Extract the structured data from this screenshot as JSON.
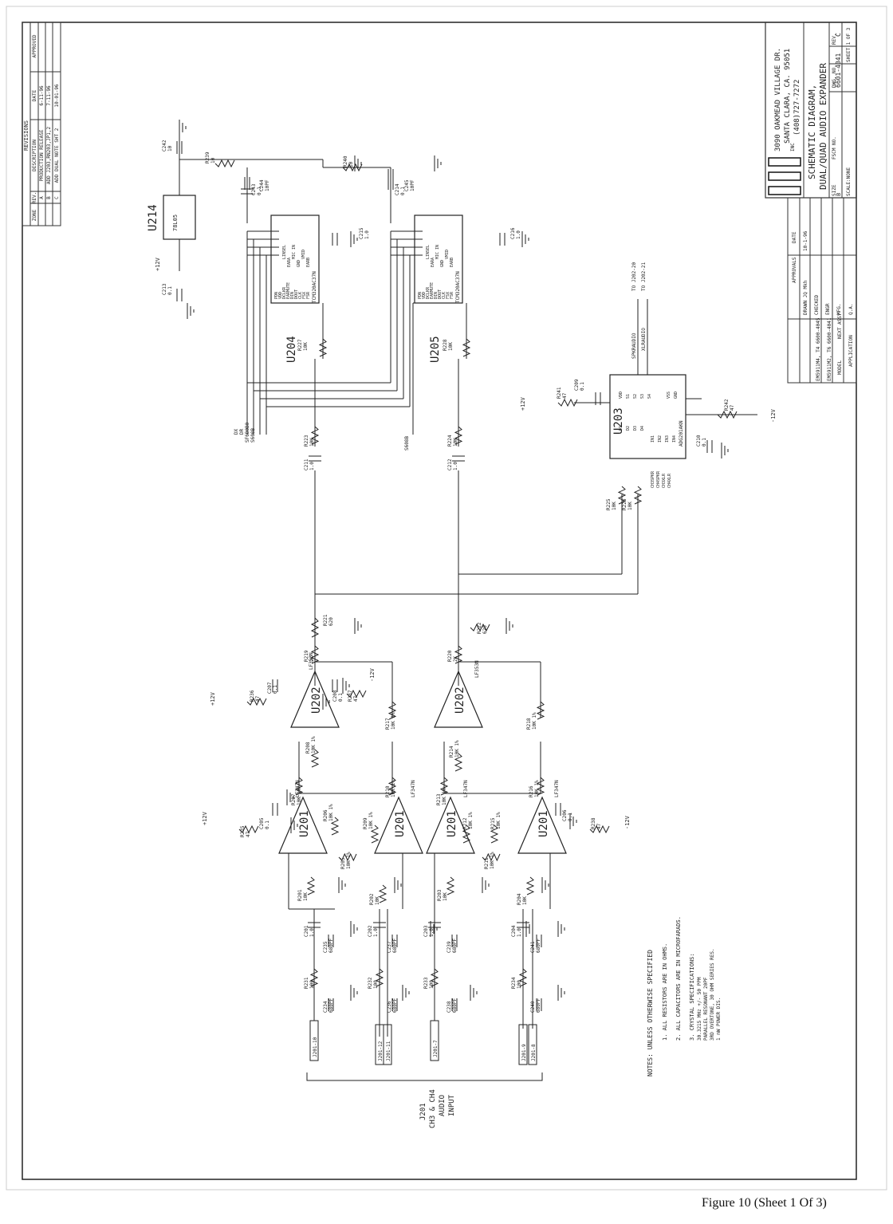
{
  "revisions": {
    "title": "REVISIONS",
    "headers": [
      "ZONE",
      "REV.",
      "DESCRIPTION",
      "DATE",
      "APPROVED"
    ],
    "rows": [
      [
        "",
        "A",
        "PRODUCTION RELEASE",
        "6-11-96",
        ""
      ],
      [
        "",
        "B",
        "ADD J203,RN203,JP1,2",
        "7-11-96",
        ""
      ],
      [
        "",
        "C",
        "ADD DUAL NOTE SHT 2",
        "10-01-96",
        ""
      ]
    ]
  },
  "title_block": {
    "address": [
      "3090 OAKMEAD VILLAGE DR.",
      "SANTA CLARA, CA. 95051",
      "(408)727-7272"
    ],
    "company_suffix": "INC",
    "title_1": "SCHEMATIC DIAGRAM,",
    "title_2": "DUAL/QUAD AUDIO EXPANDER",
    "size_label": "SIZE",
    "size_value": "B",
    "fscm_label": "FSCM NO.",
    "dwg_label": "DWG. NO.",
    "dwg_value": "6601-4041",
    "rev_label": "REV.",
    "rev_value": "C",
    "scale_label": "SCALE:NONE",
    "sheet_label": "SHEET 1 OF 3",
    "approvals_header": "APPROVALS",
    "date_header": "DATE",
    "drawn": "DRAWN  JQ Mkh",
    "drawn_date": "10-1-96",
    "checked": "CHECKED",
    "engr": "ENGR",
    "mfg": "MFG.",
    "qa": "Q.A.",
    "model_rows": [
      "EM5911M4, T4  6600-4045",
      "EM5911M2, T6  6600-4041"
    ],
    "model_label": "MODEL",
    "next_assy_label": "NEXT ASSY",
    "application_label": "APPLICATION"
  },
  "notes": {
    "header": "NOTES: UNLESS OTHERWISE SPECIFIED",
    "lines": [
      "1.  ALL RESISTORS ARE IN OHMS.",
      "2.  ALL CAPACITORS ARE IN MICROFARADS.",
      "3.  CRYSTAL SPECIFICATIONS:",
      "    30.3215 MHz +/- 50 PPM",
      "    PARALLEL RESONANT 20PF",
      "    3RD OVERTONE, 30 OHM SERIES RES.",
      "    1 mW POWER DIS."
    ]
  },
  "connector": {
    "ref": "J201",
    "lines": [
      "CH3 & CH4",
      "AUDIO",
      "INPUT"
    ],
    "pins": [
      "J201-10",
      "J201-12",
      "J201-11",
      "J201-7",
      "J201-9",
      "J201-8"
    ]
  },
  "chips": {
    "U201": "U201",
    "U202": "U202",
    "U203": "U203",
    "U204": "U204",
    "U205": "U205",
    "U214": "U214",
    "opamp_type": "LF347N",
    "opamp_type_2": "LF353N",
    "codec_type": "TCM320AC37N",
    "mux_type": "ADG201AKN",
    "reg_type": "78L05"
  },
  "codec_pins": [
    "PDN",
    "VDD",
    "DCLKR",
    "EARMUTE",
    "DIN",
    "DOUT",
    "CLK",
    "FSX",
    "FSR",
    "LINSEL",
    "EARA",
    "MIC IN",
    "GND",
    "VMID",
    "EARB"
  ],
  "mux_pins": [
    "VDD",
    "S1",
    "S2",
    "S3",
    "S4",
    "D1",
    "D2",
    "D3",
    "D4",
    "IN1",
    "IN2",
    "IN3",
    "IN4",
    "VSS",
    "GND"
  ],
  "mux_inputs": [
    "CH3SPKR",
    "CH4SPKR",
    "CH3XLR",
    "CH4XLR"
  ],
  "nets": {
    "plus12": "+12V",
    "minus12": "-12V",
    "signals": [
      "DX",
      "DR",
      "SF6B0B0",
      "S600B",
      "S608B"
    ],
    "spkraudio": "SPKRAUDIO",
    "xlraudio": "XLRAUDIO",
    "to1": "TO J202-20",
    "to2": "TO J202-21"
  },
  "parts": {
    "regulator": [
      [
        "C213",
        "0.1"
      ],
      [
        "C242",
        "10"
      ],
      [
        "R239",
        "10"
      ],
      [
        "C244",
        "10PF"
      ],
      [
        "C243",
        "0.1"
      ],
      [
        "R240",
        "10"
      ],
      [
        "C245",
        "10PF"
      ],
      [
        "C214",
        "0.1"
      ],
      [
        "C215",
        "1.0"
      ],
      [
        "C216",
        "1.0"
      ]
    ],
    "codec_side": [
      [
        "R227",
        "10K"
      ],
      [
        "R228",
        "10K"
      ],
      [
        "R223",
        "10K"
      ],
      [
        "R224",
        "10K"
      ],
      [
        "C211",
        "1.0"
      ],
      [
        "C212",
        "1.0"
      ]
    ],
    "mux_side": [
      [
        "R241",
        "47"
      ],
      [
        "C209",
        "0.1"
      ],
      [
        "R242",
        "47"
      ],
      [
        "C210",
        "0.1"
      ],
      [
        "R225",
        "10K"
      ],
      [
        "R226",
        "10K"
      ]
    ],
    "mix": [
      [
        "R221",
        "620"
      ],
      [
        "R219",
        "2K"
      ],
      [
        "R220",
        "2K"
      ],
      [
        "R222",
        "620"
      ],
      [
        "R236",
        "47"
      ],
      [
        "C207",
        "0.1"
      ],
      [
        "R237",
        "47"
      ],
      [
        "C208",
        "0.1"
      ],
      [
        "R217",
        "10K 1%"
      ],
      [
        "R218",
        "10K 1%"
      ],
      [
        "R208",
        "10K 1%"
      ],
      [
        "R214",
        "10K 1%"
      ]
    ],
    "opamps": [
      [
        "R207",
        "10K 1%"
      ],
      [
        "R210",
        "10K 1%"
      ],
      [
        "R213",
        "10K 1%"
      ],
      [
        "R216",
        "10K 1%"
      ],
      [
        "R235",
        "47"
      ],
      [
        "C205",
        "0.1"
      ],
      [
        "R206",
        "10K 1%"
      ],
      [
        "R209",
        "10K 1%"
      ],
      [
        "R212",
        "10K 1%"
      ],
      [
        "R215",
        "10K 1%"
      ],
      [
        "R238",
        "47"
      ],
      [
        "C206",
        "0.1"
      ],
      [
        "R205",
        "10K 1%"
      ],
      [
        "R211",
        "10K 1%"
      ],
      [
        "R201",
        "10K"
      ],
      [
        "R202",
        "10K"
      ],
      [
        "R203",
        "10K"
      ],
      [
        "R204",
        "10K"
      ]
    ],
    "inputs": [
      [
        "C201",
        "1.0"
      ],
      [
        "C202",
        "1.0"
      ],
      [
        "C203",
        "1.0"
      ],
      [
        "C204",
        "1.0"
      ],
      [
        "C235",
        "680PF"
      ],
      [
        "C237",
        "680PF"
      ],
      [
        "C239",
        "680PF"
      ],
      [
        "C241",
        "680PF"
      ],
      [
        "R231",
        "100"
      ],
      [
        "R232",
        "100"
      ],
      [
        "R233",
        "100"
      ],
      [
        "R234",
        "100"
      ],
      [
        "C234",
        "680PF"
      ],
      [
        "C236",
        "680PF"
      ],
      [
        "C238",
        "680PF"
      ],
      [
        "C240",
        "680PF"
      ]
    ]
  },
  "caption": "Figure 10 (Sheet 1 Of 3)"
}
